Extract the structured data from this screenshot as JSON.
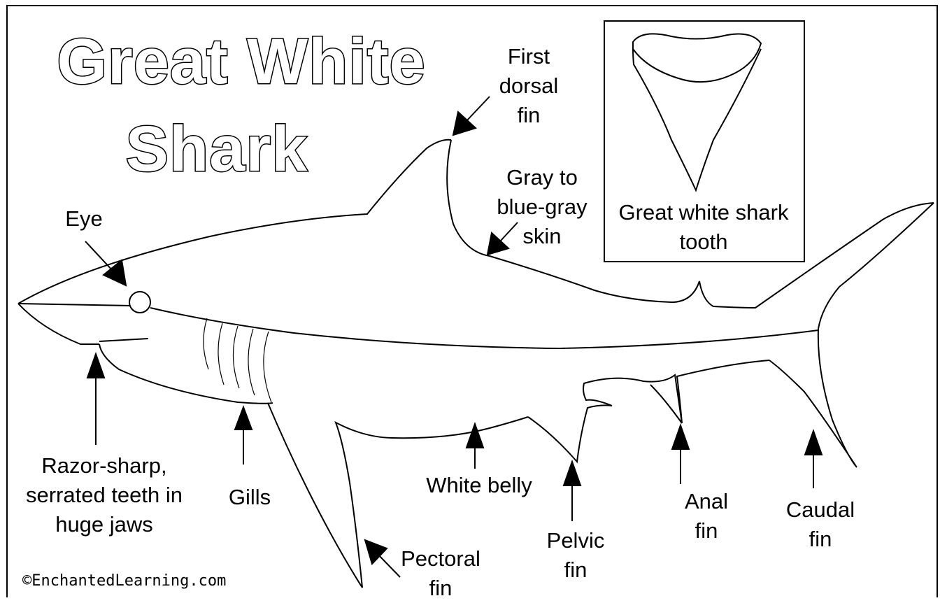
{
  "title": {
    "line1": "Great White",
    "line2": "Shark"
  },
  "labels": {
    "first_dorsal_fin": [
      "First",
      "dorsal",
      "fin"
    ],
    "skin": [
      "Gray to",
      "blue-gray",
      "skin"
    ],
    "tooth": [
      "Great white shark",
      "tooth"
    ],
    "eye": [
      "Eye"
    ],
    "teeth": [
      "Razor-sharp,",
      "serrated teeth in",
      "huge jaws"
    ],
    "gills": [
      "Gills"
    ],
    "white_belly": [
      "White belly"
    ],
    "pectoral_fin": [
      "Pectoral",
      "fin"
    ],
    "pelvic_fin": [
      "Pelvic",
      "fin"
    ],
    "anal_fin": [
      "Anal",
      "fin"
    ],
    "caudal_fin": [
      "Caudal",
      "fin"
    ]
  },
  "copyright": "©EnchantedLearning.com"
}
